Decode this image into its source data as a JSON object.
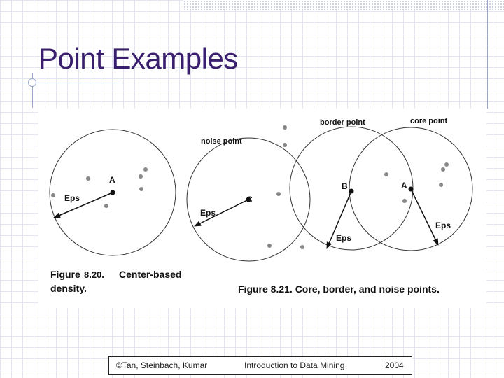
{
  "slide": {
    "title": "Point Examples"
  },
  "figure_820": {
    "label_a": "A",
    "label_eps": "Eps",
    "caption_line1_bold": "Figure",
    "caption_line1_num": "8.20.",
    "caption_line1_text": "Center-based",
    "caption_line2": "density."
  },
  "figure_821": {
    "label_noise_point": "noise point",
    "label_border_point": "border point",
    "label_core_point": "core point",
    "label_c": "C",
    "label_b": "B",
    "label_a": "A",
    "label_eps_c": "Eps",
    "label_eps_b": "Eps",
    "label_eps_a": "Eps",
    "caption": "Figure 8.21.  Core, border, and noise points."
  },
  "footer": {
    "left": "©Tan, Steinbach, Kumar",
    "center": "Introduction to Data Mining",
    "right": "2004"
  }
}
